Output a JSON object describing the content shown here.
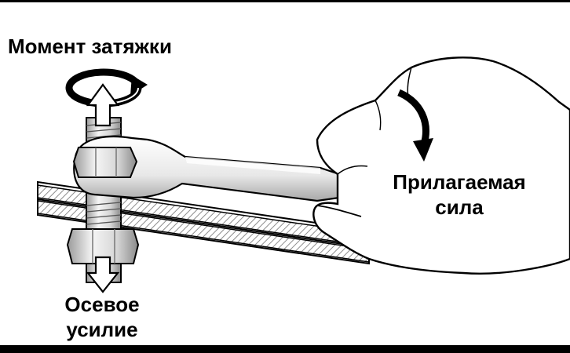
{
  "labels": {
    "torque": "Момент затяжки",
    "applied_force": [
      "Прилагаемая",
      "сила"
    ],
    "axial_force": [
      "Осевое",
      "усилие"
    ]
  },
  "colors": {
    "ink": "#000000",
    "metal_light": "#f2f2f2",
    "metal_mid": "#cfcfcf",
    "metal_dark": "#8a8a8a",
    "hatch": "#9a9a9a"
  },
  "icons": {
    "torque_rotation": "rotation-arrow-icon",
    "bolt_up": "arrow-up-icon",
    "bolt_down": "arrow-down-icon",
    "force_direction": "curved-arrow-down-icon"
  }
}
